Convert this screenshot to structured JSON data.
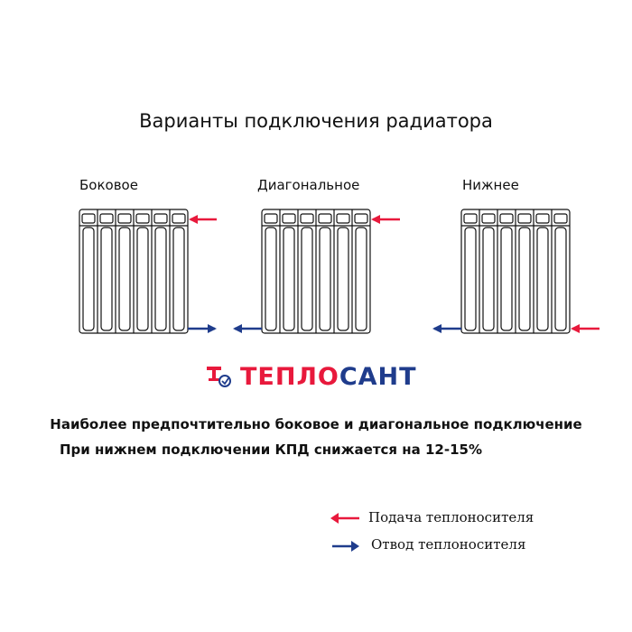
{
  "title": "Варианты подключения радиатора",
  "variants": [
    {
      "label": "Боковое"
    },
    {
      "label": "Диагональное"
    },
    {
      "label": "Нижнее"
    }
  ],
  "logo": {
    "part1": "ТЕПЛО",
    "part2": "САНТ",
    "color1": "#e8193c",
    "color2": "#1f3c8c"
  },
  "notes": {
    "line1": "Наиболее предпочтительно боковое и диагональное подключение",
    "line2": "При нижнем подключении КПД снижается на 12-15%"
  },
  "legend": {
    "supply": {
      "label": "Подача теплоносителя",
      "color": "#e8193c"
    },
    "return": {
      "label": "Отвод теплоносителя",
      "color": "#1f3c8c"
    }
  }
}
